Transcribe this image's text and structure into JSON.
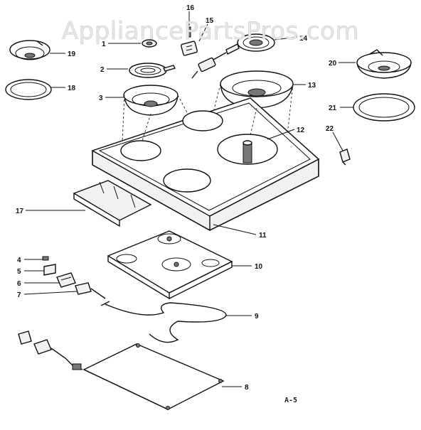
{
  "watermark": "AppliancePartsPros.com",
  "plate_label": "A-5",
  "callouts": {
    "c1": "1",
    "c2": "2",
    "c3": "3",
    "c4": "4",
    "c5": "5",
    "c6": "6",
    "c7": "7",
    "c8": "8",
    "c9": "9",
    "c10": "10",
    "c11": "11",
    "c12": "12",
    "c13": "13",
    "c14": "14",
    "c15": "15",
    "c16": "16",
    "c17": "17",
    "c18": "18",
    "c19": "19",
    "c20": "20",
    "c21": "21",
    "c22": "22"
  }
}
